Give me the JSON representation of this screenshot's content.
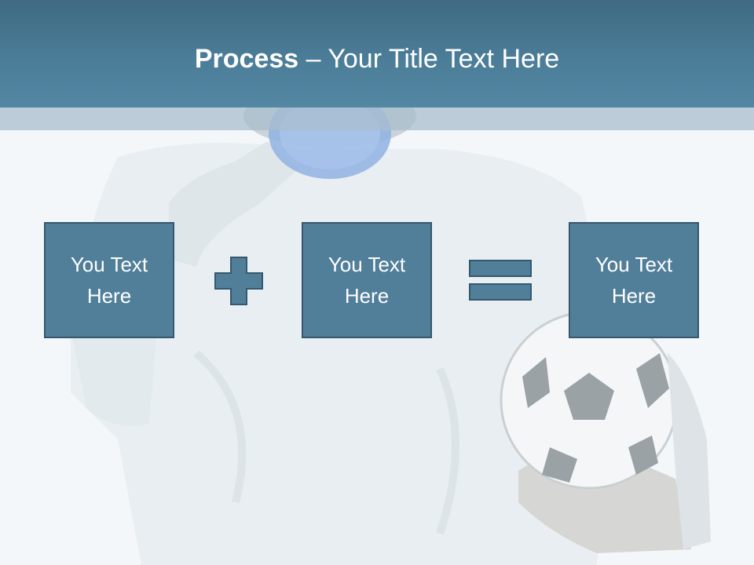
{
  "slide": {
    "title_bold": "Process",
    "title_rest": " – Your Title Text Here"
  },
  "process": {
    "boxes": [
      {
        "text": "You Text Here"
      },
      {
        "text": "You Text Here"
      },
      {
        "text": "You Text Here"
      }
    ],
    "operators": [
      "plus-icon",
      "equals-icon"
    ]
  },
  "colors": {
    "header": "#4b7d98",
    "box_fill": "#517f9a",
    "box_border": "#34586d",
    "text": "#ffffff"
  }
}
